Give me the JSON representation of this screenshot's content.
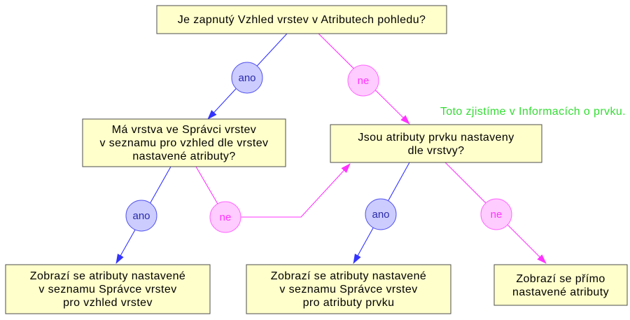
{
  "nodes": {
    "q1": {
      "lines": [
        "Je zapnutý Vzhled vrstev v Atributech pohledu?"
      ]
    },
    "q2": {
      "lines": [
        "Má vrstva ve Správci vrstev",
        "v seznamu pro vzhled dle vrstev",
        "nastavené atributy?"
      ]
    },
    "q3": {
      "lines": [
        "Jsou atributy prvku nastaveny",
        "dle vrstvy?"
      ]
    },
    "r1": {
      "lines": [
        "Zobrazí se atributy nastavené",
        "v seznamu Správce vrstev",
        "pro vzhled vrstev"
      ]
    },
    "r2": {
      "lines": [
        "Zobrazí se atributy nastavené",
        "v seznamu Správce vrstev",
        "pro atributy prvku"
      ]
    },
    "r3": {
      "lines": [
        "Zobrazí se přímo",
        "nastavené atributy"
      ]
    }
  },
  "edges": [
    {
      "label": "ano"
    },
    {
      "label": "ne"
    },
    {
      "label": "ano"
    },
    {
      "label": "ne"
    },
    {
      "label": "ano"
    },
    {
      "label": "ne"
    }
  ],
  "note": "Toto zjistíme v Informacích o prvku.",
  "colors": {
    "box_fill": "#FFFFCC",
    "box_border": "#4D4D4D",
    "yes_line": "#3333FF",
    "yes_fill": "#CCCCFF",
    "yes_text": "#2A2AA8",
    "no_line": "#FF33FF",
    "no_fill": "#FFCCFF",
    "no_text": "#FF33FF",
    "note": "#33DD33"
  }
}
